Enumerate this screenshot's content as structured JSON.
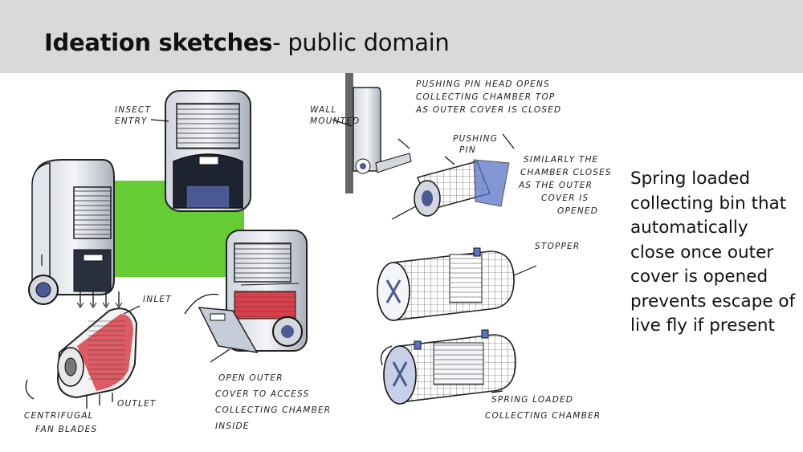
{
  "slide": {
    "title_bold": "Ideation sketches",
    "title_rest": "- public domain",
    "description_lines": [
      "Spring loaded",
      "collecting bin that",
      "automatically",
      "close once outer",
      "cover is opened",
      "prevents escape of",
      "live fly if present"
    ]
  },
  "sketch_notes": {
    "insect_entry": [
      "INSECT",
      "ENTRY"
    ],
    "wall_mounted": [
      "WALL",
      "MOUNTED"
    ],
    "pushing_pin_head": [
      "PUSHING PIN HEAD OPENS",
      "COLLECTING CHAMBER TOP",
      "AS OUTER COVER IS CLOSED"
    ],
    "pushing_pin": [
      "PUSHING",
      "PIN"
    ],
    "similarly": [
      "SIMILARLY THE",
      "CHAMBER CLOSES",
      "AS THE OUTER",
      "COVER IS",
      "OPENED"
    ],
    "stopper": "STOPPER",
    "inlet": "INLET",
    "outlet": "OUTLET",
    "centrifugal": [
      "CENTRIFUGAL",
      "FAN BLADES"
    ],
    "open_outer": [
      "OPEN OUTER",
      "COVER TO ACCESS",
      "COLLECTING CHAMBER",
      "INSIDE"
    ],
    "spring_loaded": [
      "SPRING LOADED",
      "COLLECTING CHAMBER"
    ]
  },
  "colors": {
    "header_bg": "#d9d9d9",
    "green_panel": "#66cc33",
    "red_accent": "#d9404a",
    "blue_accent": "#5a73c8"
  }
}
